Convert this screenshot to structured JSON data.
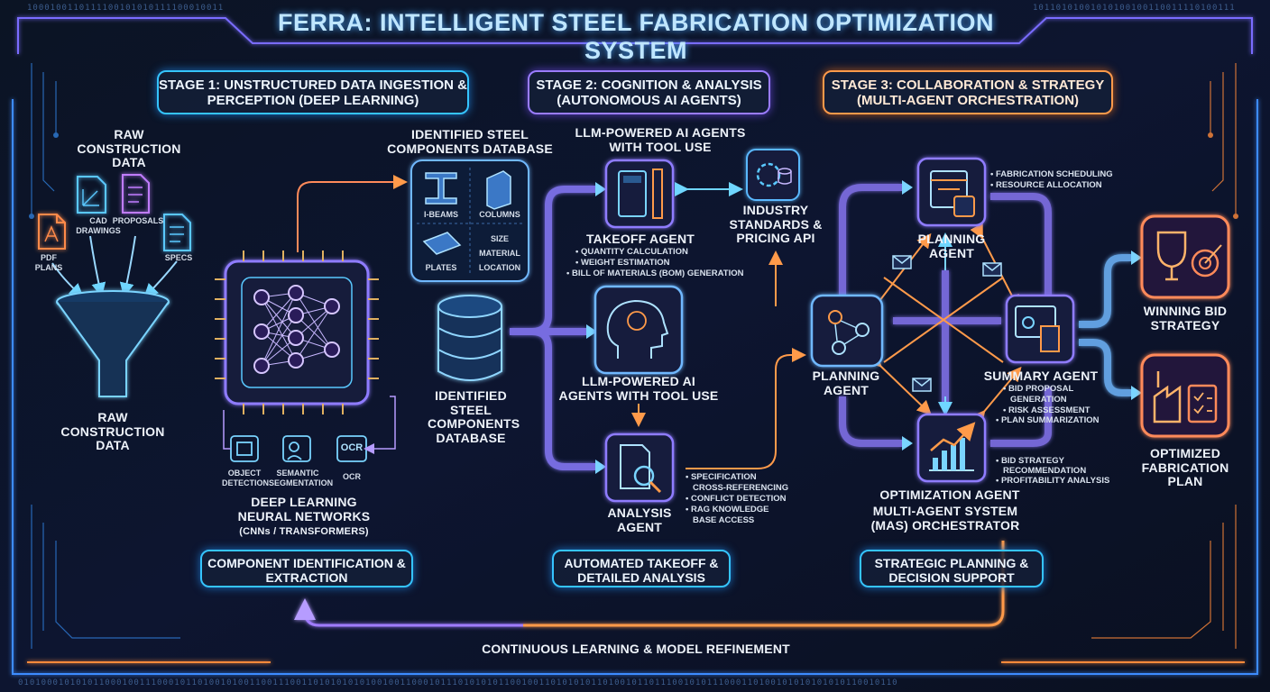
{
  "title": "FERRA: INTELLIGENT STEEL FABRICATION OPTIMIZATION SYSTEM",
  "binary_top_left": "1000100110111100101010111100010011",
  "binary_top_right": "10110101001010100100110011110100111",
  "binary_bottom": "01010001010101100010011100010110100101001100111001101010101010010011000101110101010110010011010101011010010110111001010111000110100101010101010110010110",
  "stages": {
    "s1": "STAGE 1: UNSTRUCTURED DATA INGESTION & PERCEPTION (DEEP LEARNING)",
    "s2": "STAGE 2: COGNITION & ANALYSIS (AUTONOMOUS AI AGENTS)",
    "s3": "STAGE 3: COLLABORATION & STRATEGY (MULTI-AGENT ORCHESTRATION)"
  },
  "inputs": {
    "raw_top": "RAW CONSTRUCTION DATA",
    "raw_bottom": "RAW CONSTRUCTION DATA",
    "cad": "CAD DRAWINGS",
    "proposals": "PROPOSALS",
    "pdf": "PDF PLANS",
    "specs": "SPECS"
  },
  "dl": {
    "title": "DEEP LEARNING NEURAL NETWORKS",
    "sub": "(CNNs / TRANSFORMERS)",
    "obj": "OBJECT DETECTION",
    "seg": "SEMANTIC SEGMENTATION",
    "ocr": "OCR",
    "ocr_icon": "OCR"
  },
  "database": {
    "title_top": "IDENTIFIED STEEL COMPONENTS DATABASE",
    "title_bottom": "IDENTIFIED STEEL COMPONENTS DATABASE",
    "ibeams": "I-BEAMS",
    "columns": "COLUMNS",
    "plates": "PLATES",
    "size": "SIZE",
    "material": "MATERIAL",
    "location": "LOCATION"
  },
  "agents": {
    "llm_top": "LLM-POWERED AI AGENTS WITH TOOL USE",
    "llm_mid": "LLM-POWERED AI AGENTS WITH TOOL USE",
    "takeoff": "TAKEOFF AGENT",
    "takeoff_bullets": [
      "• QUANTITY CALCULATION",
      "• WEIGHT ESTIMATION",
      "• BILL OF MATERIALS (BOM) GENERATION"
    ],
    "industry": "INDUSTRY STANDARDS & PRICING API",
    "analysis": "ANALYSIS AGENT",
    "analysis_bullets": [
      "• SPECIFICATION",
      "CROSS-REFERENCING",
      "• CONFLICT DETECTION",
      "• RAG KNOWLEDGE",
      "BASE ACCESS"
    ]
  },
  "mas": {
    "planning_top": "PLANNING AGENT",
    "planning_top_bullets": [
      "• FABRICATION SCHEDULING",
      "• RESOURCE ALLOCATION"
    ],
    "planning_left": "PLANNING AGENT",
    "summary": "SUMMARY AGENT",
    "summary_bullets": [
      "• BID PROPOSAL",
      "GENERATION",
      "• RISK ASSESSMENT",
      "• PLAN SUMMARIZATION"
    ],
    "optimization": "OPTIMIZATION AGENT",
    "optimization_bullets": [
      "• BID STRATEGY",
      "RECOMMENDATION",
      "• PROFITABILITY ANALYSIS"
    ],
    "orchestrator": "MULTI-AGENT SYSTEM (MAS) ORCHESTRATOR"
  },
  "outputs": {
    "winning": "WINNING BID STRATEGY",
    "optimized": "OPTIMIZED FABRICATION PLAN"
  },
  "bottom": {
    "b1": "COMPONENT IDENTIFICATION & EXTRACTION",
    "b2": "AUTOMATED TAKEOFF & DETAILED ANALYSIS",
    "b3": "STRATEGIC PLANNING & DECISION SUPPORT",
    "loop": "CONTINUOUS LEARNING & MODEL REFINEMENT"
  },
  "colors": {
    "cyan": "#35c4ff",
    "purple": "#9a7cff",
    "orange": "#ff9a4a",
    "background": "#0a1020"
  }
}
